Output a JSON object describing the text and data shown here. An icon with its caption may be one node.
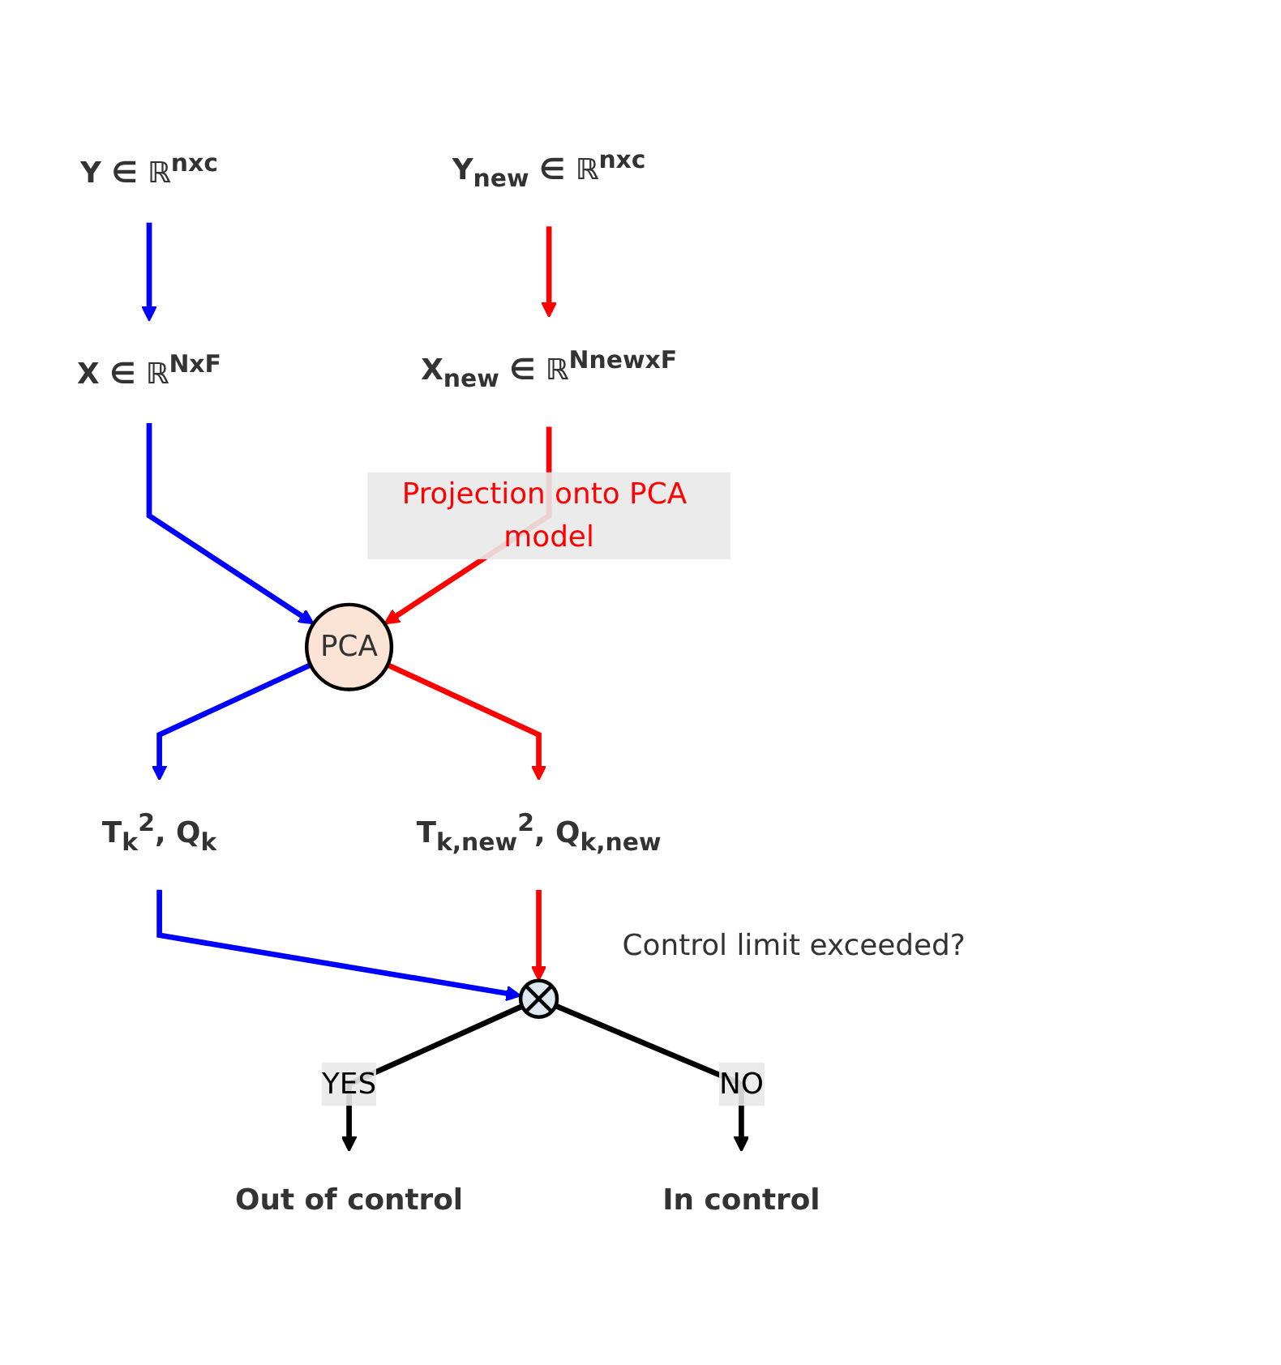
{
  "diagram": {
    "nodes": [
      {
        "text": [
          "Y ∈ ℝ$^{nxc}$"
        ]
      },
      {
        "text": [
          "Y$_{new}$ ∈ ℝ$^{nxc}$"
        ]
      },
      {
        "text": [
          "X ∈ ℝ$^{NxF}$"
        ]
      },
      {
        "text": [
          "X$_{new}$ ∈ ℝ$^{NnewxF}$"
        ]
      },
      {
        "text": [
          "PCA"
        ]
      },
      {
        "text": [
          "T$_{k}$$^{2}$, Q$_{k}$"
        ]
      },
      {
        "text": [
          "T$_{k,new}$$^{2}$, Q$_{k,new}$"
        ]
      },
      {
        "text": [],
        "shape": "circle",
        "beside": [
          "Control limit exceeded?"
        ]
      },
      {
        "text": [
          "Out of control"
        ]
      },
      {
        "text": [
          "In control"
        ]
      }
    ],
    "edges": [
      {
        "from": 0,
        "to": 2,
        "arrow": "to",
        "color": "#0000ff"
      },
      {
        "from": 1,
        "to": 3,
        "arrow": "to",
        "color": "#ff0000"
      },
      {
        "from": 2,
        "to": 4,
        "arrow": "to",
        "color": "#0000ff"
      },
      {
        "from": 3,
        "to": 4,
        "arrow": "to",
        "label": "Projection onto PCA model",
        "color": "#ff0000"
      },
      {
        "from": 4,
        "to": 5,
        "arrow": "to",
        "color": "#0000ff"
      },
      {
        "from": 4,
        "to": 6,
        "arrow": "to",
        "color": "#ff0000"
      },
      {
        "from": 5,
        "to": 7,
        "arrow": "to",
        "color": "#0000ff"
      },
      {
        "from": 6,
        "to": 7,
        "arrow": "to",
        "color": "#ff0000"
      },
      {
        "from": 7,
        "to": 8,
        "arrow": "to",
        "label": "YES",
        "color": "#000000"
      },
      {
        "from": 7,
        "to": 9,
        "arrow": "to",
        "label": "NO",
        "color": "#000000"
      }
    ]
  }
}
